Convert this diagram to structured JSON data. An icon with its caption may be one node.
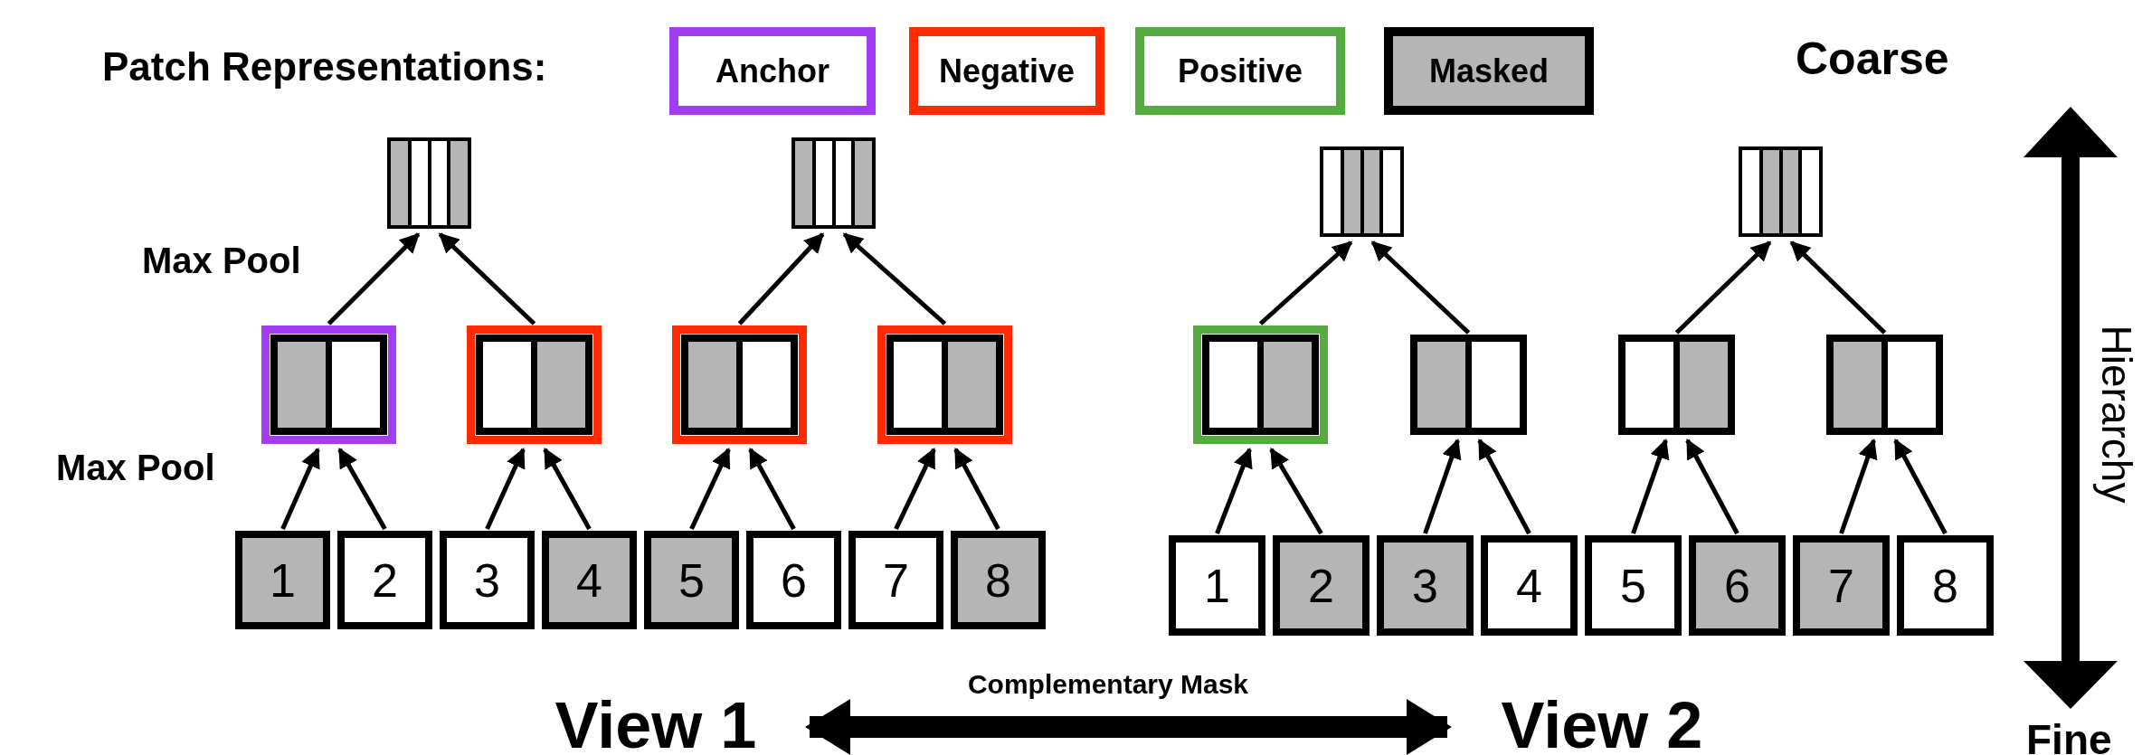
{
  "diagram": {
    "nodes": [
      {
        "text": [],
        "shape": "box"
      },
      {
        "text": [],
        "shape": "box"
      },
      {
        "text": [],
        "shape": "box"
      },
      {
        "text": [],
        "shape": "box"
      },
      {
        "text": [],
        "shape": "box"
      },
      {
        "text": [],
        "shape": "box"
      },
      {
        "text": [],
        "shape": "box"
      },
      {
        "text": [],
        "shape": "box"
      },
      {
        "text": [],
        "shape": "box"
      },
      {
        "text": [],
        "shape": "box"
      },
      {
        "text": [],
        "shape": "box"
      },
      {
        "text": [],
        "shape": "box"
      },
      {
        "text": [
          "1"
        ]
      },
      {
        "text": [
          "2"
        ]
      },
      {
        "text": [
          "3"
        ]
      },
      {
        "text": [
          "4"
        ]
      },
      {
        "text": [
          "5"
        ]
      },
      {
        "text": [
          "6"
        ]
      },
      {
        "text": [
          "7"
        ]
      },
      {
        "text": [
          "8"
        ]
      },
      {
        "text": [
          "1"
        ]
      },
      {
        "text": [
          "2"
        ]
      },
      {
        "text": [
          "3"
        ]
      },
      {
        "text": [
          "4"
        ]
      },
      {
        "text": [
          "5"
        ]
      },
      {
        "text": [
          "6"
        ]
      },
      {
        "text": [
          "7"
        ]
      },
      {
        "text": [
          "8"
        ]
      },
      {
        "text": [
          "View 1"
        ]
      },
      {
        "text": [
          "View 2"
        ]
      }
    ],
    "edges": [
      {
        "from": 4,
        "to": 0,
        "arrow": "to"
      },
      {
        "from": 5,
        "to": 0,
        "arrow": "to"
      },
      {
        "from": 6,
        "to": 1,
        "arrow": "to"
      },
      {
        "from": 7,
        "to": 1,
        "arrow": "to"
      },
      {
        "from": 8,
        "to": 2,
        "arrow": "to"
      },
      {
        "from": 9,
        "to": 2,
        "arrow": "to"
      },
      {
        "from": 10,
        "to": 3,
        "arrow": "to"
      },
      {
        "from": 11,
        "to": 3,
        "arrow": "to"
      },
      {
        "from": 12,
        "to": 4,
        "arrow": "to"
      },
      {
        "from": 13,
        "to": 4,
        "arrow": "to"
      },
      {
        "from": 14,
        "to": 5,
        "arrow": "to"
      },
      {
        "from": 15,
        "to": 5,
        "arrow": "to"
      },
      {
        "from": 16,
        "to": 6,
        "arrow": "to"
      },
      {
        "from": 17,
        "to": 6,
        "arrow": "to"
      },
      {
        "from": 18,
        "to": 7,
        "arrow": "to"
      },
      {
        "from": 19,
        "to": 7,
        "arrow": "to"
      },
      {
        "from": 20,
        "to": 8,
        "arrow": "to"
      },
      {
        "from": 21,
        "to": 8,
        "arrow": "to"
      },
      {
        "from": 22,
        "to": 9,
        "arrow": "to"
      },
      {
        "from": 23,
        "to": 9,
        "arrow": "to"
      },
      {
        "from": 24,
        "to": 10,
        "arrow": "to"
      },
      {
        "from": 25,
        "to": 10,
        "arrow": "to"
      },
      {
        "from": 26,
        "to": 11,
        "arrow": "to"
      },
      {
        "from": 27,
        "to": 11,
        "arrow": "to"
      },
      {
        "from": 28,
        "to": 29,
        "arrow": "both",
        "label": "Complementary Mask",
        "style": "thick"
      }
    ],
    "labels": [
      "Patch Representations:",
      "Coarse",
      "Max Pool",
      "Max Pool",
      "Hierarchy",
      "Fine"
    ],
    "legend": [
      {
        "text": "Anchor"
      },
      {
        "text": "Negative"
      },
      {
        "text": "Positive"
      },
      {
        "text": "Masked"
      }
    ]
  }
}
